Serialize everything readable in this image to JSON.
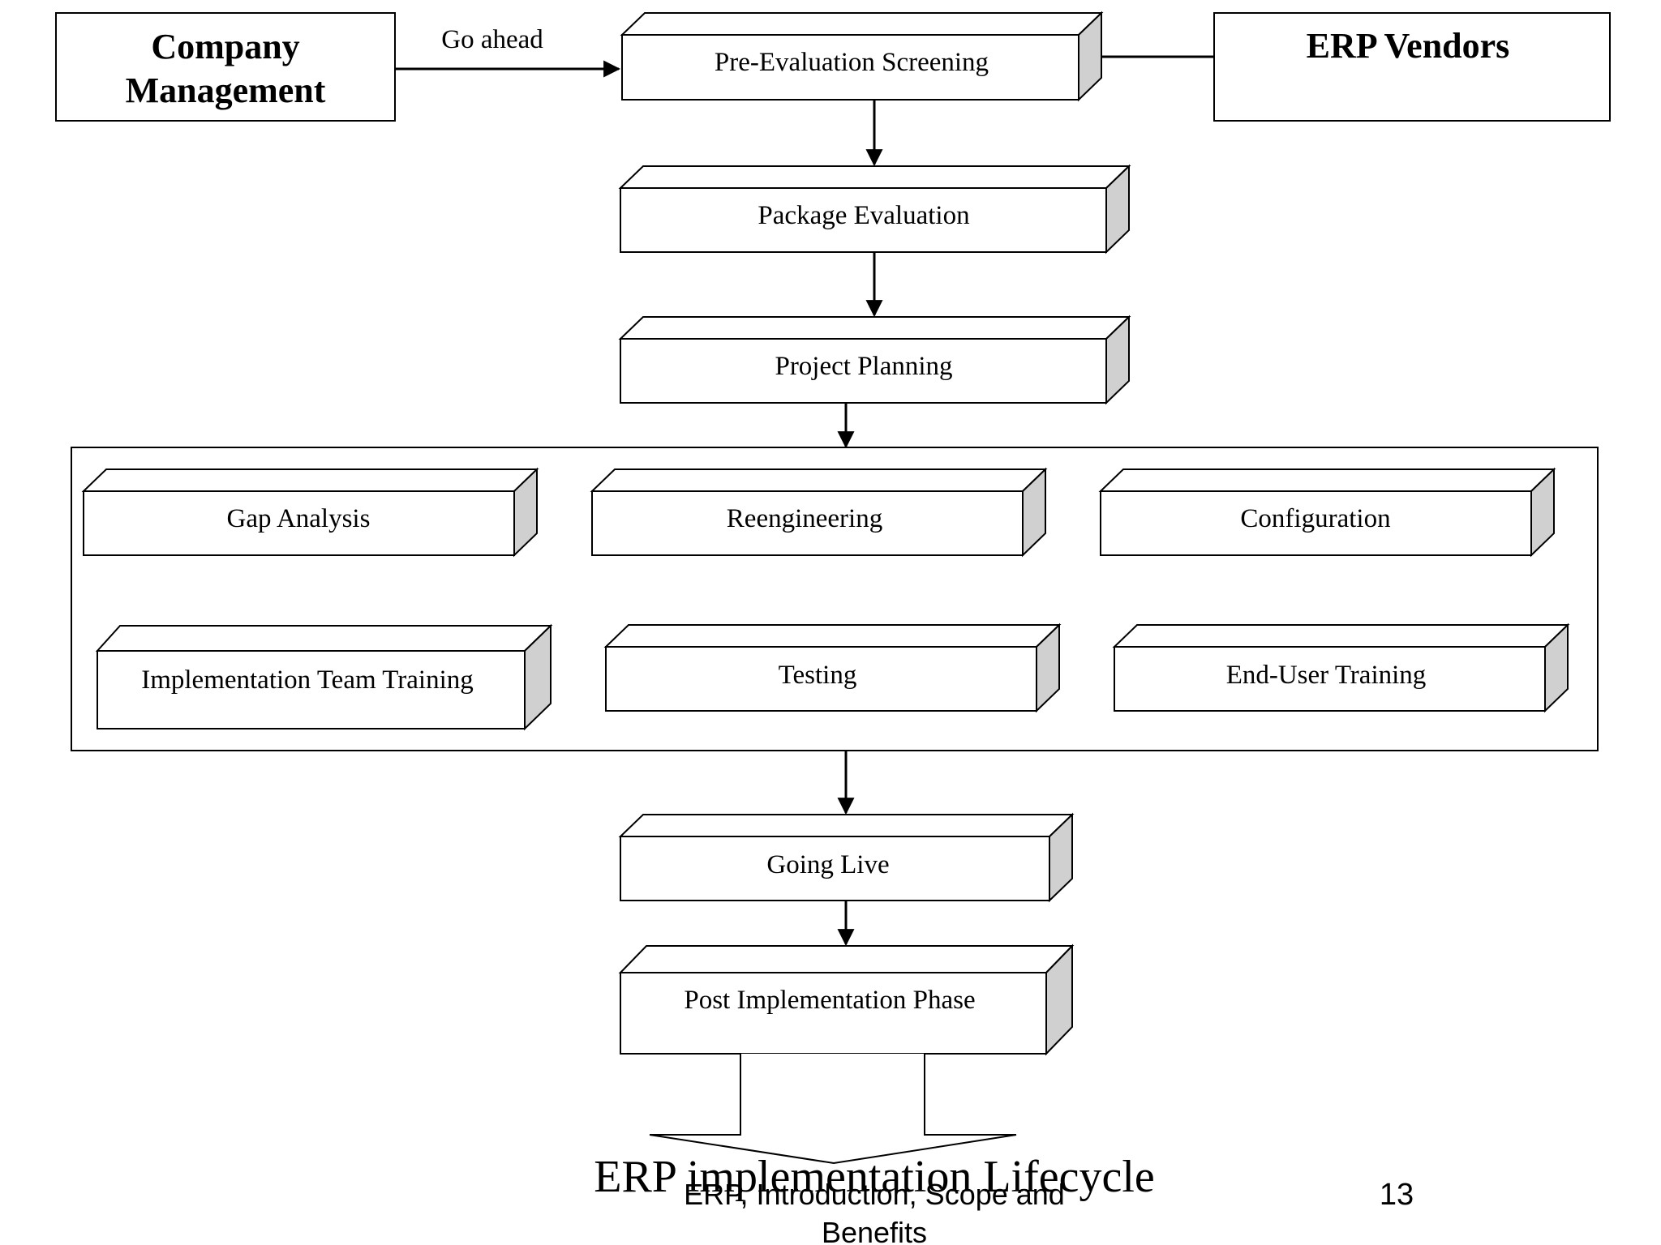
{
  "actors": {
    "company_management": {
      "line1": "Company",
      "line2": "Management"
    },
    "erp_vendors": {
      "label": "ERP Vendors"
    }
  },
  "edge_labels": {
    "go_ahead": "Go ahead"
  },
  "steps": {
    "pre_evaluation": "Pre-Evaluation Screening",
    "package_evaluation": "Package Evaluation",
    "project_planning": "Project Planning",
    "gap_analysis": "Gap Analysis",
    "reengineering": "Reengineering",
    "configuration": "Configuration",
    "implementation_team_training": "Implementation Team Training",
    "testing": "Testing",
    "end_user_training": "End-User Training",
    "going_live": "Going Live",
    "post_implementation": "Post Implementation Phase"
  },
  "slide": {
    "title": "ERP implementation Lifecycle",
    "footer_line1": "ERP, Introduction, Scope and",
    "footer_line2": "Benefits",
    "page_number": "13"
  },
  "colors": {
    "stroke": "#000000",
    "box_side": "#d0d0d0",
    "box_fill": "#ffffff"
  }
}
